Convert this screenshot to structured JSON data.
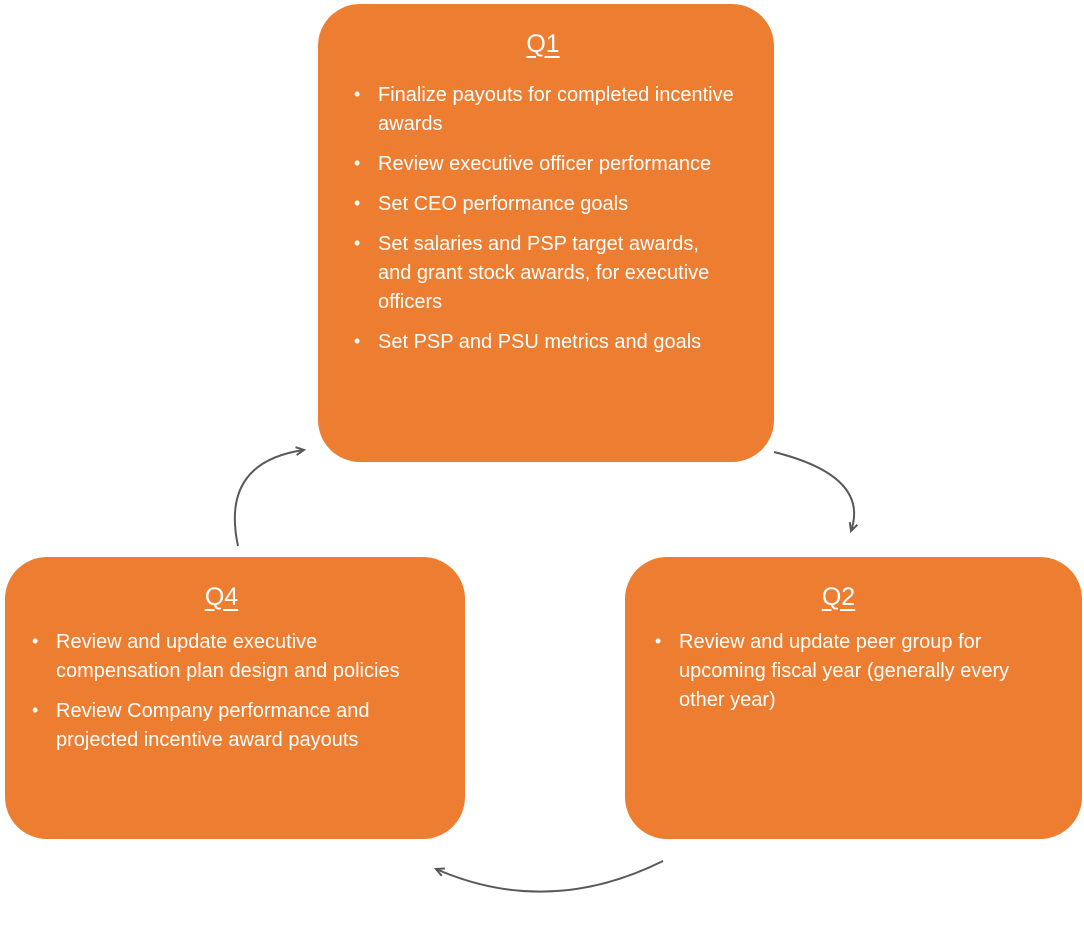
{
  "colors": {
    "box_fill": "#ED7D31",
    "text": "#FFFFFF",
    "arrow": "#595959",
    "background": "#FFFFFF"
  },
  "diagram": {
    "type": "cycle",
    "description": "Quarterly executive compensation committee cycle"
  },
  "boxes": [
    {
      "id": "q1",
      "title": "Q1",
      "bullets": [
        "Finalize payouts for completed incentive awards",
        "Review executive officer performance",
        "Set CEO performance goals",
        "Set salaries and PSP target awards, and grant stock awards,  for executive officers",
        "Set PSP and PSU metrics and goals"
      ]
    },
    {
      "id": "q2",
      "title": "Q2",
      "bullets": [
        "Review and update peer group for upcoming fiscal year (generally every other year)"
      ]
    },
    {
      "id": "q4",
      "title": "Q4",
      "bullets": [
        "Review and update executive compensation plan design and policies",
        "Review Company performance and projected incentive award payouts"
      ]
    }
  ],
  "arrows": [
    {
      "from": "Q1",
      "to": "Q2"
    },
    {
      "from": "Q2",
      "to": "Q4"
    },
    {
      "from": "Q4",
      "to": "Q1"
    }
  ]
}
